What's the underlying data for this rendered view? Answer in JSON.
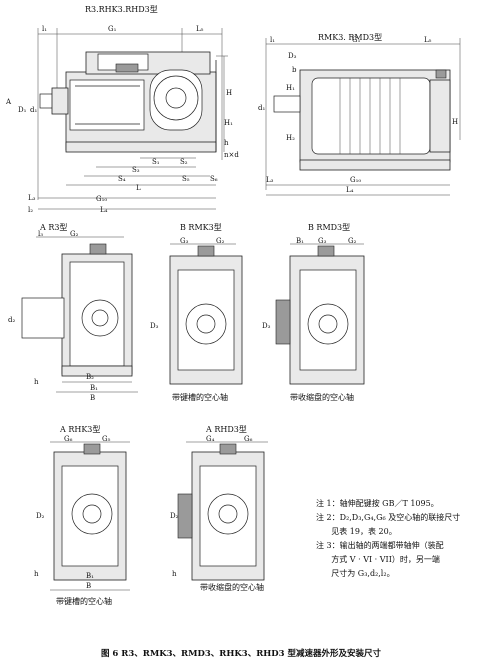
{
  "titles": {
    "top_left": "R3.RHK3.RHD3型",
    "top_right": "RMK3. RMD3型",
    "mid_a": "A  R3型",
    "mid_b1": "B  RMK3型",
    "mid_b2": "B  RMD3型",
    "bot_a": "A  RHK3型",
    "bot_a2": "A  RHD3型"
  },
  "captions": {
    "keyed_hollow_1": "带键槽的空心轴",
    "shrink_hollow_1": "带收缩盘的空心轴",
    "keyed_hollow_2": "带键槽的空心轴",
    "shrink_hollow_2": "带收缩盘的空心轴"
  },
  "dims": {
    "l1": "l₁",
    "G1": "G₁",
    "L5": "L₅",
    "L3": "L₃",
    "l2": "l₂",
    "A": "A",
    "D1": "D₁",
    "d1": "d₁",
    "H": "H",
    "H1": "H₁",
    "H2": "H₂",
    "h": "h",
    "S1": "S₁",
    "S2": "S₂",
    "S3": "S₃",
    "S4": "S₄",
    "S5": "S₅",
    "S6": "S₆",
    "nxd": "n×d",
    "L": "L",
    "G10": "G₁₀",
    "L4": "L₄",
    "B2": "B₂",
    "B1": "B₁",
    "B": "B",
    "G2": "G₂",
    "G3": "G₃",
    "G4": "G₄",
    "G5": "G₅",
    "G6": "G₆",
    "l3": "l₃",
    "D3": "D₃",
    "b": "b",
    "h1": "h₁",
    "D2": "D₂",
    "d2": "d₂"
  },
  "notes": [
    "注 1：轴伸配键按 GB／T 1095。",
    "注 2：D₂,D₃,G₄,G₆ 及空心轴的联接尺寸",
    "      见表 19，表 20。",
    "注 3：输出轴的两端都带轴伸（装配",
    "      方式 V · VI · VII）时，另一端",
    "      尺寸为 G₃,d₂,l₂。"
  ],
  "figure_caption": "图 6    R3、RMK3、RMD3、RHK3、RHD3 型减速器外形及安装尺寸"
}
